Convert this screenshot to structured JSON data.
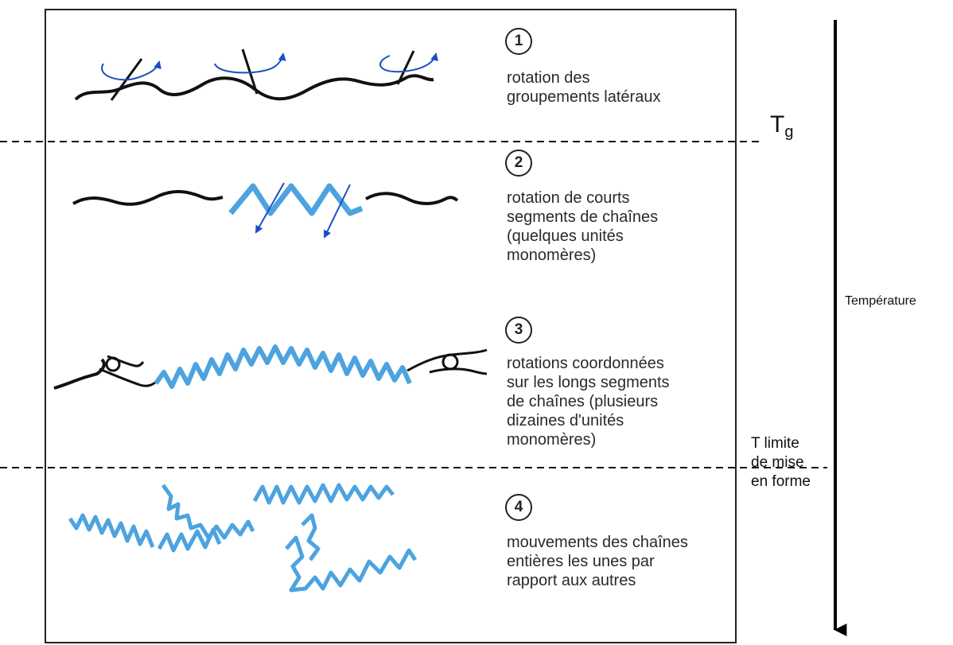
{
  "thresholds": {
    "tg_main": "T",
    "tg_sub": "g",
    "limit_lines": [
      "T limite",
      "de mise",
      "en forme"
    ]
  },
  "axis": {
    "label": "Température"
  },
  "levels": [
    {
      "number": "1",
      "lines": [
        "rotation des",
        "groupements latéraux"
      ]
    },
    {
      "number": "2",
      "lines": [
        "rotation de courts",
        "segments de chaînes",
        "(quelques unités",
        "monomères)"
      ]
    },
    {
      "number": "3",
      "lines": [
        "rotations coordonnées",
        "sur les longs segments",
        "de chaînes (plusieurs",
        "dizaines d'unités",
        "monomères)"
      ]
    },
    {
      "number": "4",
      "lines": [
        "mouvements des chaînes",
        "entières les unes par",
        "rapport aux autres"
      ]
    }
  ],
  "colors": {
    "chain_black": "#111111",
    "chain_blue": "#4da3e0",
    "arrow_blue": "#1a4fc4"
  }
}
